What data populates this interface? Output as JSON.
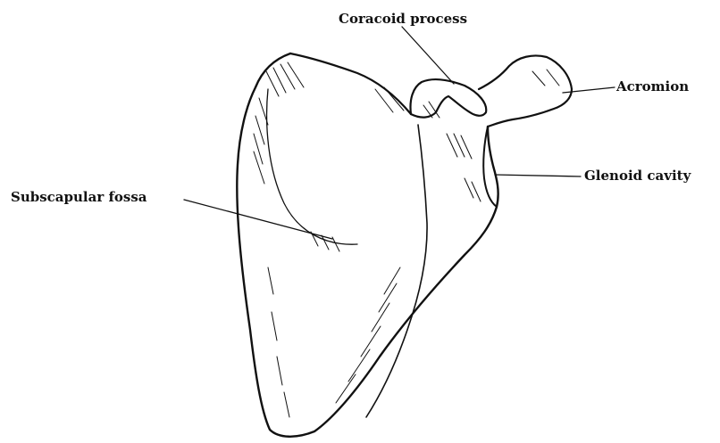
{
  "labels": {
    "coracoid_process": "Coracoid process",
    "acromion": "Acromion",
    "glenoid_cavity": "Glenoid cavity",
    "subscapular_fossa": "Subscapular fossa"
  }
}
